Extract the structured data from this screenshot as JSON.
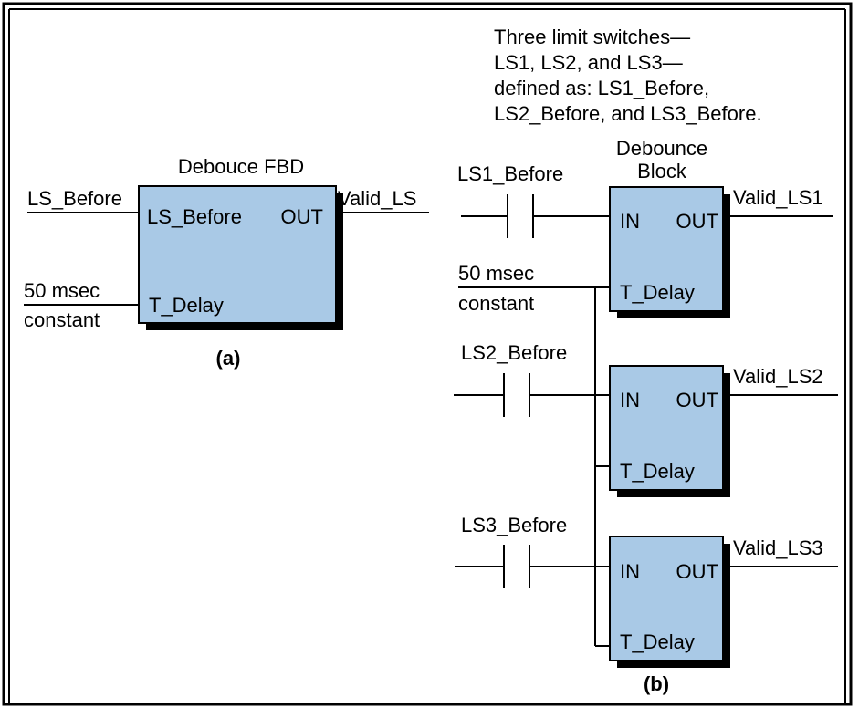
{
  "colors": {
    "block_fill": "#a9c9e6",
    "block_shadow": "#000000",
    "line": "#000000",
    "frame": "#000000"
  },
  "note": {
    "line1": "Three limit switches—",
    "line2": "LS1, LS2, and LS3—",
    "line3": "defined as: LS1_Before,",
    "line4": "LS2_Before, and LS3_Before."
  },
  "panel_a": {
    "title": "Debouce FBD",
    "input_wire_label": "LS_Before",
    "input_pin": "LS_Before",
    "output_pin": "OUT",
    "output_wire_label": "Valid_LS",
    "delay_label_1": "50 msec",
    "delay_label_2": "constant",
    "delay_pin": "T_Delay",
    "caption": "(a)"
  },
  "panel_b": {
    "block_title_1": "Debounce",
    "block_title_2": "Block",
    "delay_label_1": "50 msec",
    "delay_label_2": "constant",
    "caption": "(b)",
    "blocks": [
      {
        "contact_label": "LS1_Before",
        "in_pin": "IN",
        "out_pin": "OUT",
        "delay_pin": "T_Delay",
        "output_label": "Valid_LS1"
      },
      {
        "contact_label": "LS2_Before",
        "in_pin": "IN",
        "out_pin": "OUT",
        "delay_pin": "T_Delay",
        "output_label": "Valid_LS2"
      },
      {
        "contact_label": "LS3_Before",
        "in_pin": "IN",
        "out_pin": "OUT",
        "delay_pin": "T_Delay",
        "output_label": "Valid_LS3"
      }
    ]
  }
}
